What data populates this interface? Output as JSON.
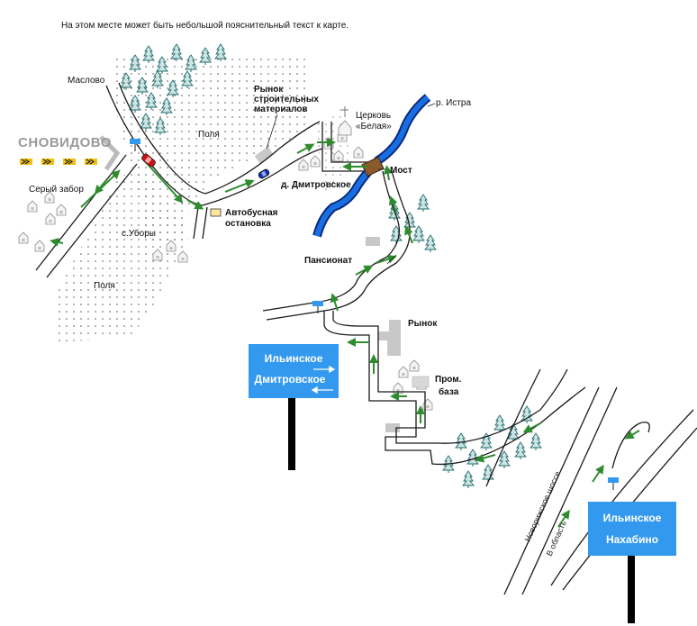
{
  "header_note": "На этом месте может быть небольшой пояснительный текст к карте.",
  "labels": {
    "maslovo": "Маслово",
    "snovidovo": "СНОВИДОВО",
    "seryi_zabor": "Серый забор",
    "polya_top": "Поля",
    "polya_bottom": "Поля",
    "s_ubory": "с.Уборы",
    "market_building_1": "Рынок",
    "market_building_2": "строительных",
    "market_building_3": "материалов",
    "bus_stop_1": "Автобусная",
    "bus_stop_2": "остановка",
    "d_dmitrovskoe": "д. Дмитровское",
    "church_1": "Церковь",
    "church_2": "«Белая»",
    "river": "р. Истра",
    "bridge": "Мост",
    "pansionat": "Пансионат",
    "rynok": "Рынок",
    "prom_1": "Пром.",
    "prom_2": "база",
    "novorizhskoe": "Новорижское шоссе",
    "v_oblast": "В область"
  },
  "signs": [
    {
      "line1": "Ильинское",
      "line2": "Дмитровское",
      "color": "#3399ee"
    },
    {
      "line1": "Ильинское",
      "line2": "Нахабино",
      "color": "#3399ee"
    }
  ],
  "colors": {
    "route": "#2e8b2e",
    "river": "#1560c8",
    "bridge": "#8b5a2b",
    "sign": "#3399ee",
    "field_dots": "#555555",
    "trees": "#1f6e6e"
  },
  "icons": [
    "car-icon",
    "church-icon",
    "tree-icon",
    "house-icon",
    "bus-stop-icon",
    "direction-arrow-icon"
  ]
}
